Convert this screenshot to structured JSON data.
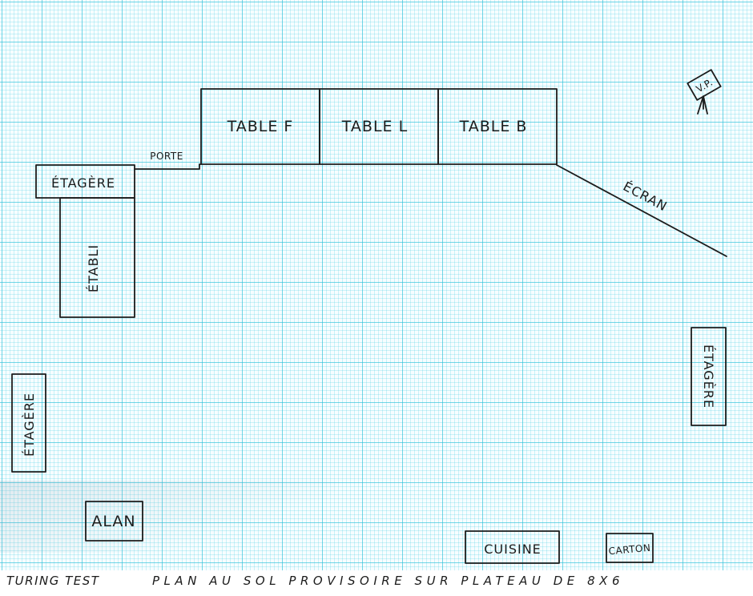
{
  "plan": {
    "tables": [
      "TABLE F",
      "TABLE L",
      "TABLE B"
    ],
    "porte": "PORTE",
    "etagere_top_left": "ÉTAGÈRE",
    "etabli": "ÉTABLI",
    "ecran": "ÉCRAN",
    "vp": "V.P.",
    "etagere_right": "ÉTAGÈRE",
    "etagere_left": "ÉTAGÈRE",
    "alan": "ALAN",
    "cuisine": "CUISINE",
    "carton": "CARTON"
  },
  "footer": {
    "project": "TURING TEST",
    "title": "PLAN AU SOL PROVISOIRE SUR PLATEAU DE 8X6"
  },
  "colors": {
    "grid": "#28bed7",
    "ink": "#1c1c1c",
    "paper": "#f7fdff"
  }
}
